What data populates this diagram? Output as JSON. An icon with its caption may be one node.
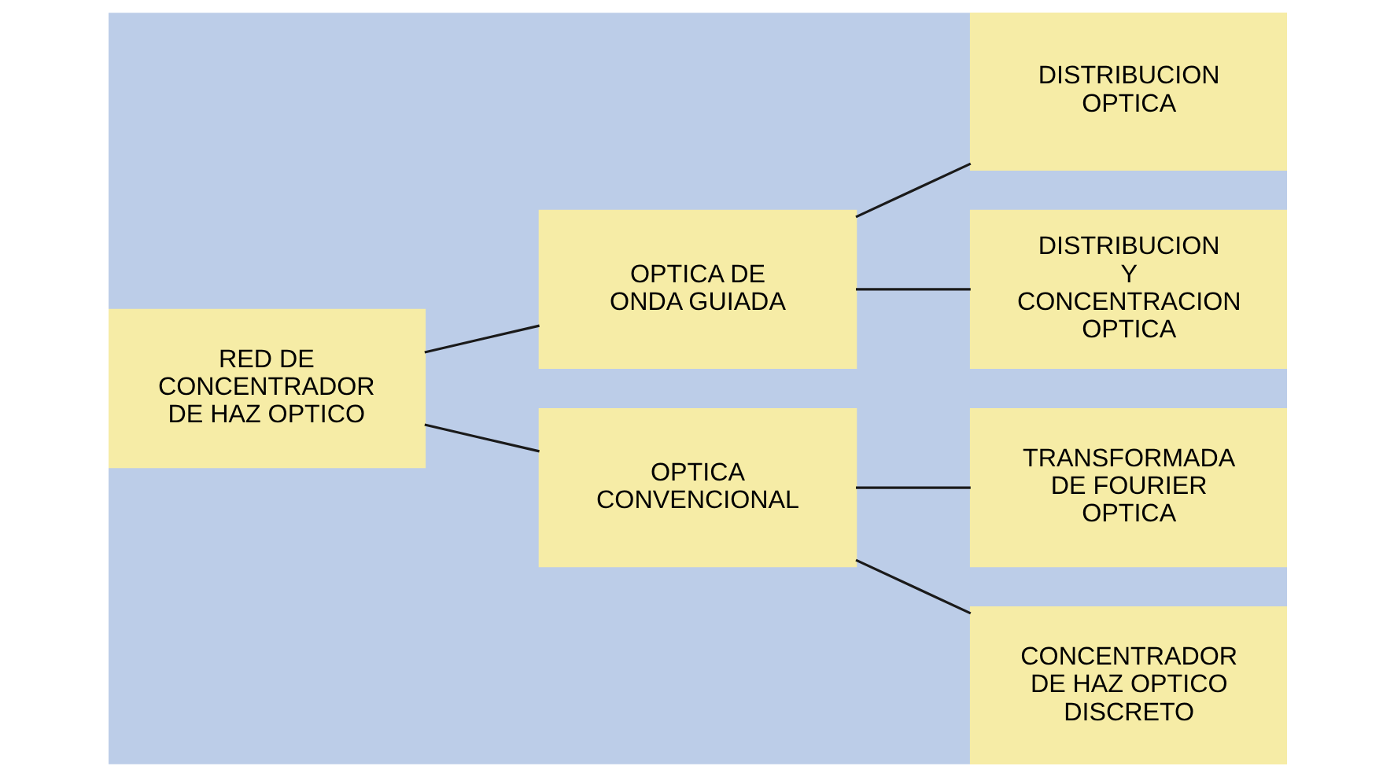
{
  "diagram": {
    "nodes": [
      {
        "text": [
          "RED DE CONCENTRADOR DE HAZ OPTICO"
        ]
      },
      {
        "text": [
          "OPTICA DE ONDA GUIADA"
        ]
      },
      {
        "text": [
          "OPTICA CONVENCIONAL"
        ]
      },
      {
        "text": [
          "DISTRIBUCION OPTICA"
        ]
      },
      {
        "text": [
          "DISTRIBUCION Y CONCENTRACION OPTICA"
        ]
      },
      {
        "text": [
          "TRANSFORMADA DE FOURIER OPTICA"
        ]
      },
      {
        "text": [
          "CONCENTRADOR DE HAZ OPTICO DISCRETO"
        ]
      }
    ],
    "edges": [
      {
        "from": 0,
        "to": 1,
        "arrow": "none"
      },
      {
        "from": 0,
        "to": 2,
        "arrow": "none"
      },
      {
        "from": 1,
        "to": 3,
        "arrow": "none"
      },
      {
        "from": 1,
        "to": 4,
        "arrow": "none"
      },
      {
        "from": 2,
        "to": 5,
        "arrow": "none"
      },
      {
        "from": 2,
        "to": 6,
        "arrow": "none"
      }
    ]
  }
}
